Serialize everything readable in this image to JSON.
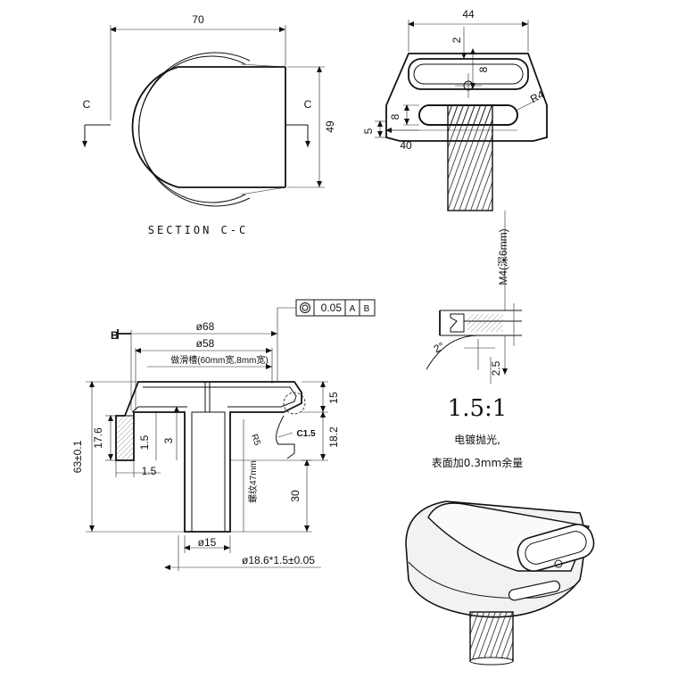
{
  "top_left_view": {
    "dim_width": "70",
    "dim_height": "49",
    "section_mark_left": "C",
    "section_mark_right": "C",
    "caption": "SECTION C-C"
  },
  "top_right_view": {
    "dim_width": "44",
    "dim_slot_top": "2",
    "dim_slot_height": "8",
    "dim_lower_slot": "8",
    "dim_left": "5",
    "dim_inner_width": "40",
    "radius": "R4"
  },
  "bottom_left_view": {
    "tolerance_frame": {
      "symbol": "◎",
      "value": "0.05",
      "datum_a": "A",
      "datum_b": "B"
    },
    "datum_label": "B",
    "dia_outer": "ø68",
    "dia_inner": "ø58",
    "slot_note": "做滑槽(60mm宽,8mm宽)",
    "dim_right_top": "15",
    "dim_right_mid": "18.2",
    "dim_chamfer": "C1.5",
    "dim_radius": "R5",
    "dim_total_height": "63±0.1",
    "dim_left_height": "17.6",
    "dim_1_5_a": "1.5",
    "dim_3": "3",
    "dim_1_5_b": "1.5",
    "bore_note": "螺纹47mm",
    "dim_shaft_len": "30",
    "dia_shaft": "ø15",
    "thread_spec": "ø18.6*1.5±0.05"
  },
  "detail_view": {
    "thread_note": "M4(深6mm)",
    "angle": "2°",
    "dim_2_5": "2.5",
    "scale": "1.5:1"
  },
  "notes": {
    "line1": "电镀抛光,",
    "line2": "表面加0.3mm余量"
  }
}
